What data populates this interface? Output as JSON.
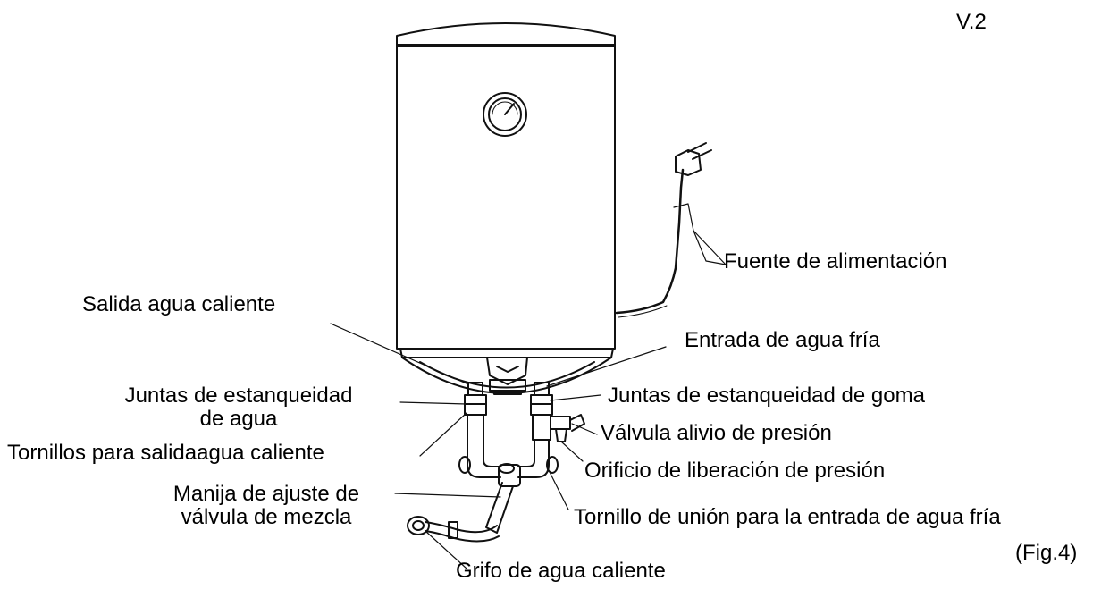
{
  "version": "V.2",
  "figure_ref": "(Fig.4)",
  "labels": {
    "power_supply": "Fuente de alimentación",
    "hot_water_outlet": "Salida agua caliente",
    "cold_water_inlet": "Entrada de agua fría",
    "water_seals_line1": "Juntas de estanqueidad",
    "water_seals_line2": "de agua",
    "rubber_seals": "Juntas de estanqueidad de goma",
    "pressure_relief_valve": "Válvula alivio de presión",
    "hot_outlet_screws": "Tornillos para salidaagua caliente",
    "pressure_release_hole": "Orificio de liberación de presión",
    "mixing_valve_line1": "Manija de ajuste de",
    "mixing_valve_line2": "válvula de mezcla",
    "cold_inlet_union_screw": "Tornillo de unión para la entrada de agua fría",
    "hot_water_faucet": "Grifo de agua caliente"
  }
}
